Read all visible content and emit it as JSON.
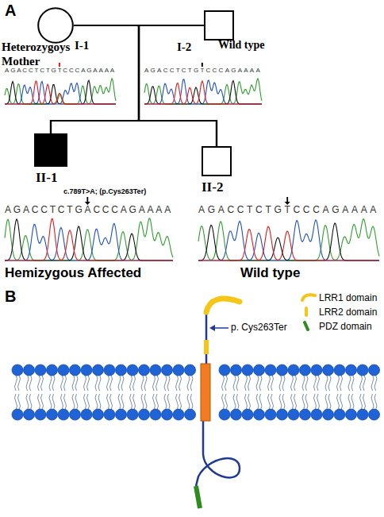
{
  "diagram": {
    "nodes": [
      {
        "text": [
          "I-1"
        ]
      },
      {
        "text": [
          "I-2"
        ]
      },
      {
        "text": [
          "II-1"
        ]
      },
      {
        "text": [
          "II-2"
        ]
      }
    ],
    "edges": [
      {
        "from": 0,
        "to": 1,
        "arrow": "none"
      },
      {
        "from": 0,
        "to": 2,
        "arrow": "none"
      },
      {
        "from": 0,
        "to": 3,
        "arrow": "none"
      },
      {
        "from": 1,
        "to": 2,
        "arrow": "none"
      },
      {
        "from": 1,
        "to": 3,
        "arrow": "none"
      }
    ],
    "labels": [
      "A",
      "Heterozygoys Mother",
      "AGACCTCTGTCCCAGAAAA",
      "Wild type",
      "AGACCTCTGTCCCAGAAAA",
      "c.789T>A; (p.Cys263Ter)",
      "AGACCTCTGACCCAGAAAA",
      "Hemizygous Affected",
      "AGACCTCTGTCCCAGAAAA",
      "Wild type",
      "B",
      "p. Cys263Ter"
    ],
    "legend": [
      {
        "text": "LRR1 domain"
      },
      {
        "text": "LRR2 domain"
      },
      {
        "text": "PDZ domain"
      }
    ]
  }
}
